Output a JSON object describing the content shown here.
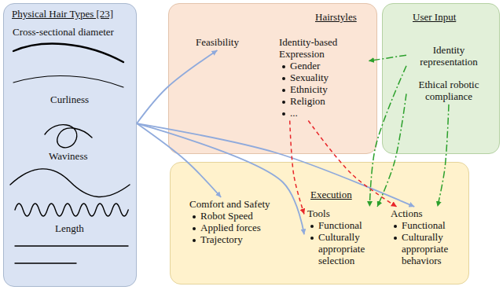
{
  "diagram": {
    "nodes": [
      {
        "text": [
          "Physical Hair Types [23]"
        ]
      },
      {
        "text": [
          "Hairstyles"
        ]
      },
      {
        "text": [
          "Feasibility"
        ],
        "in": 1
      },
      {
        "text": [
          "Identity-based Expression",
          "Gender",
          "Sexuality",
          "Ethnicity",
          "Religion",
          "..."
        ],
        "in": 1
      },
      {
        "text": [
          "User Input"
        ]
      },
      {
        "text": [
          "Identity representation"
        ],
        "in": 4
      },
      {
        "text": [
          "Ethical robotic compliance"
        ],
        "in": 4
      },
      {
        "text": [
          "Execution"
        ]
      },
      {
        "text": [
          "Comfort and Safety",
          "Robot Speed",
          "Applied forces",
          "Trajectory"
        ],
        "in": 7
      },
      {
        "text": [
          "Tools",
          "Functional",
          "Culturally appropriate selection"
        ],
        "in": 7
      },
      {
        "text": [
          "Actions",
          "Functional",
          "Culturally appropriate behaviors"
        ],
        "in": 7
      }
    ],
    "edges": [
      {
        "from": 0,
        "to": 2,
        "arrow": "to"
      },
      {
        "from": 0,
        "to": 8,
        "arrow": "to"
      },
      {
        "from": 0,
        "to": 9,
        "arrow": "to"
      },
      {
        "from": 0,
        "to": 10,
        "arrow": "to"
      },
      {
        "from": 3,
        "to": 9,
        "arrow": "to"
      },
      {
        "from": 3,
        "to": 10,
        "arrow": "to"
      },
      {
        "from": 5,
        "to": 3,
        "arrow": "to"
      },
      {
        "from": 5,
        "to": 9,
        "arrow": "to"
      },
      {
        "from": 6,
        "to": 9,
        "arrow": "to"
      },
      {
        "from": 6,
        "to": 10,
        "arrow": "to"
      }
    ],
    "labels": [
      "Cross-sectional diameter",
      "Curliness",
      "Waviness",
      "Length"
    ]
  }
}
